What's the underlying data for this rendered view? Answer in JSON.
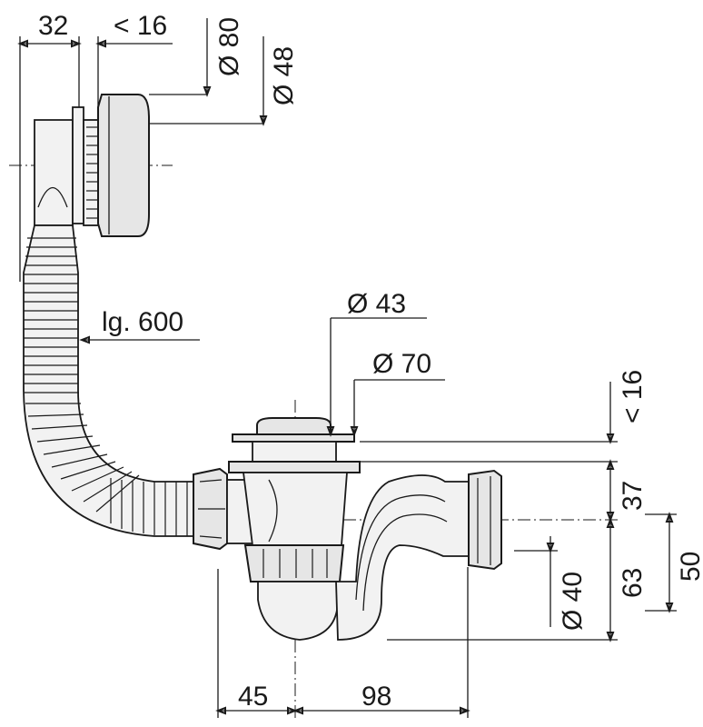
{
  "dimensions": {
    "width_overflow": "32",
    "gap_overflow": "< 16",
    "dia_overflow_outer": "Ø 80",
    "dia_overflow_inner": "Ø 48",
    "hose_length": "lg. 600",
    "dia_waste_inner": "Ø 43",
    "dia_waste_outer": "Ø 70",
    "gap_waste": "< 16",
    "height_trap_top": "37",
    "height_trap": "63",
    "height_outlet": "50",
    "dia_outlet": "Ø 40",
    "offset_left": "45",
    "offset_right": "98"
  }
}
